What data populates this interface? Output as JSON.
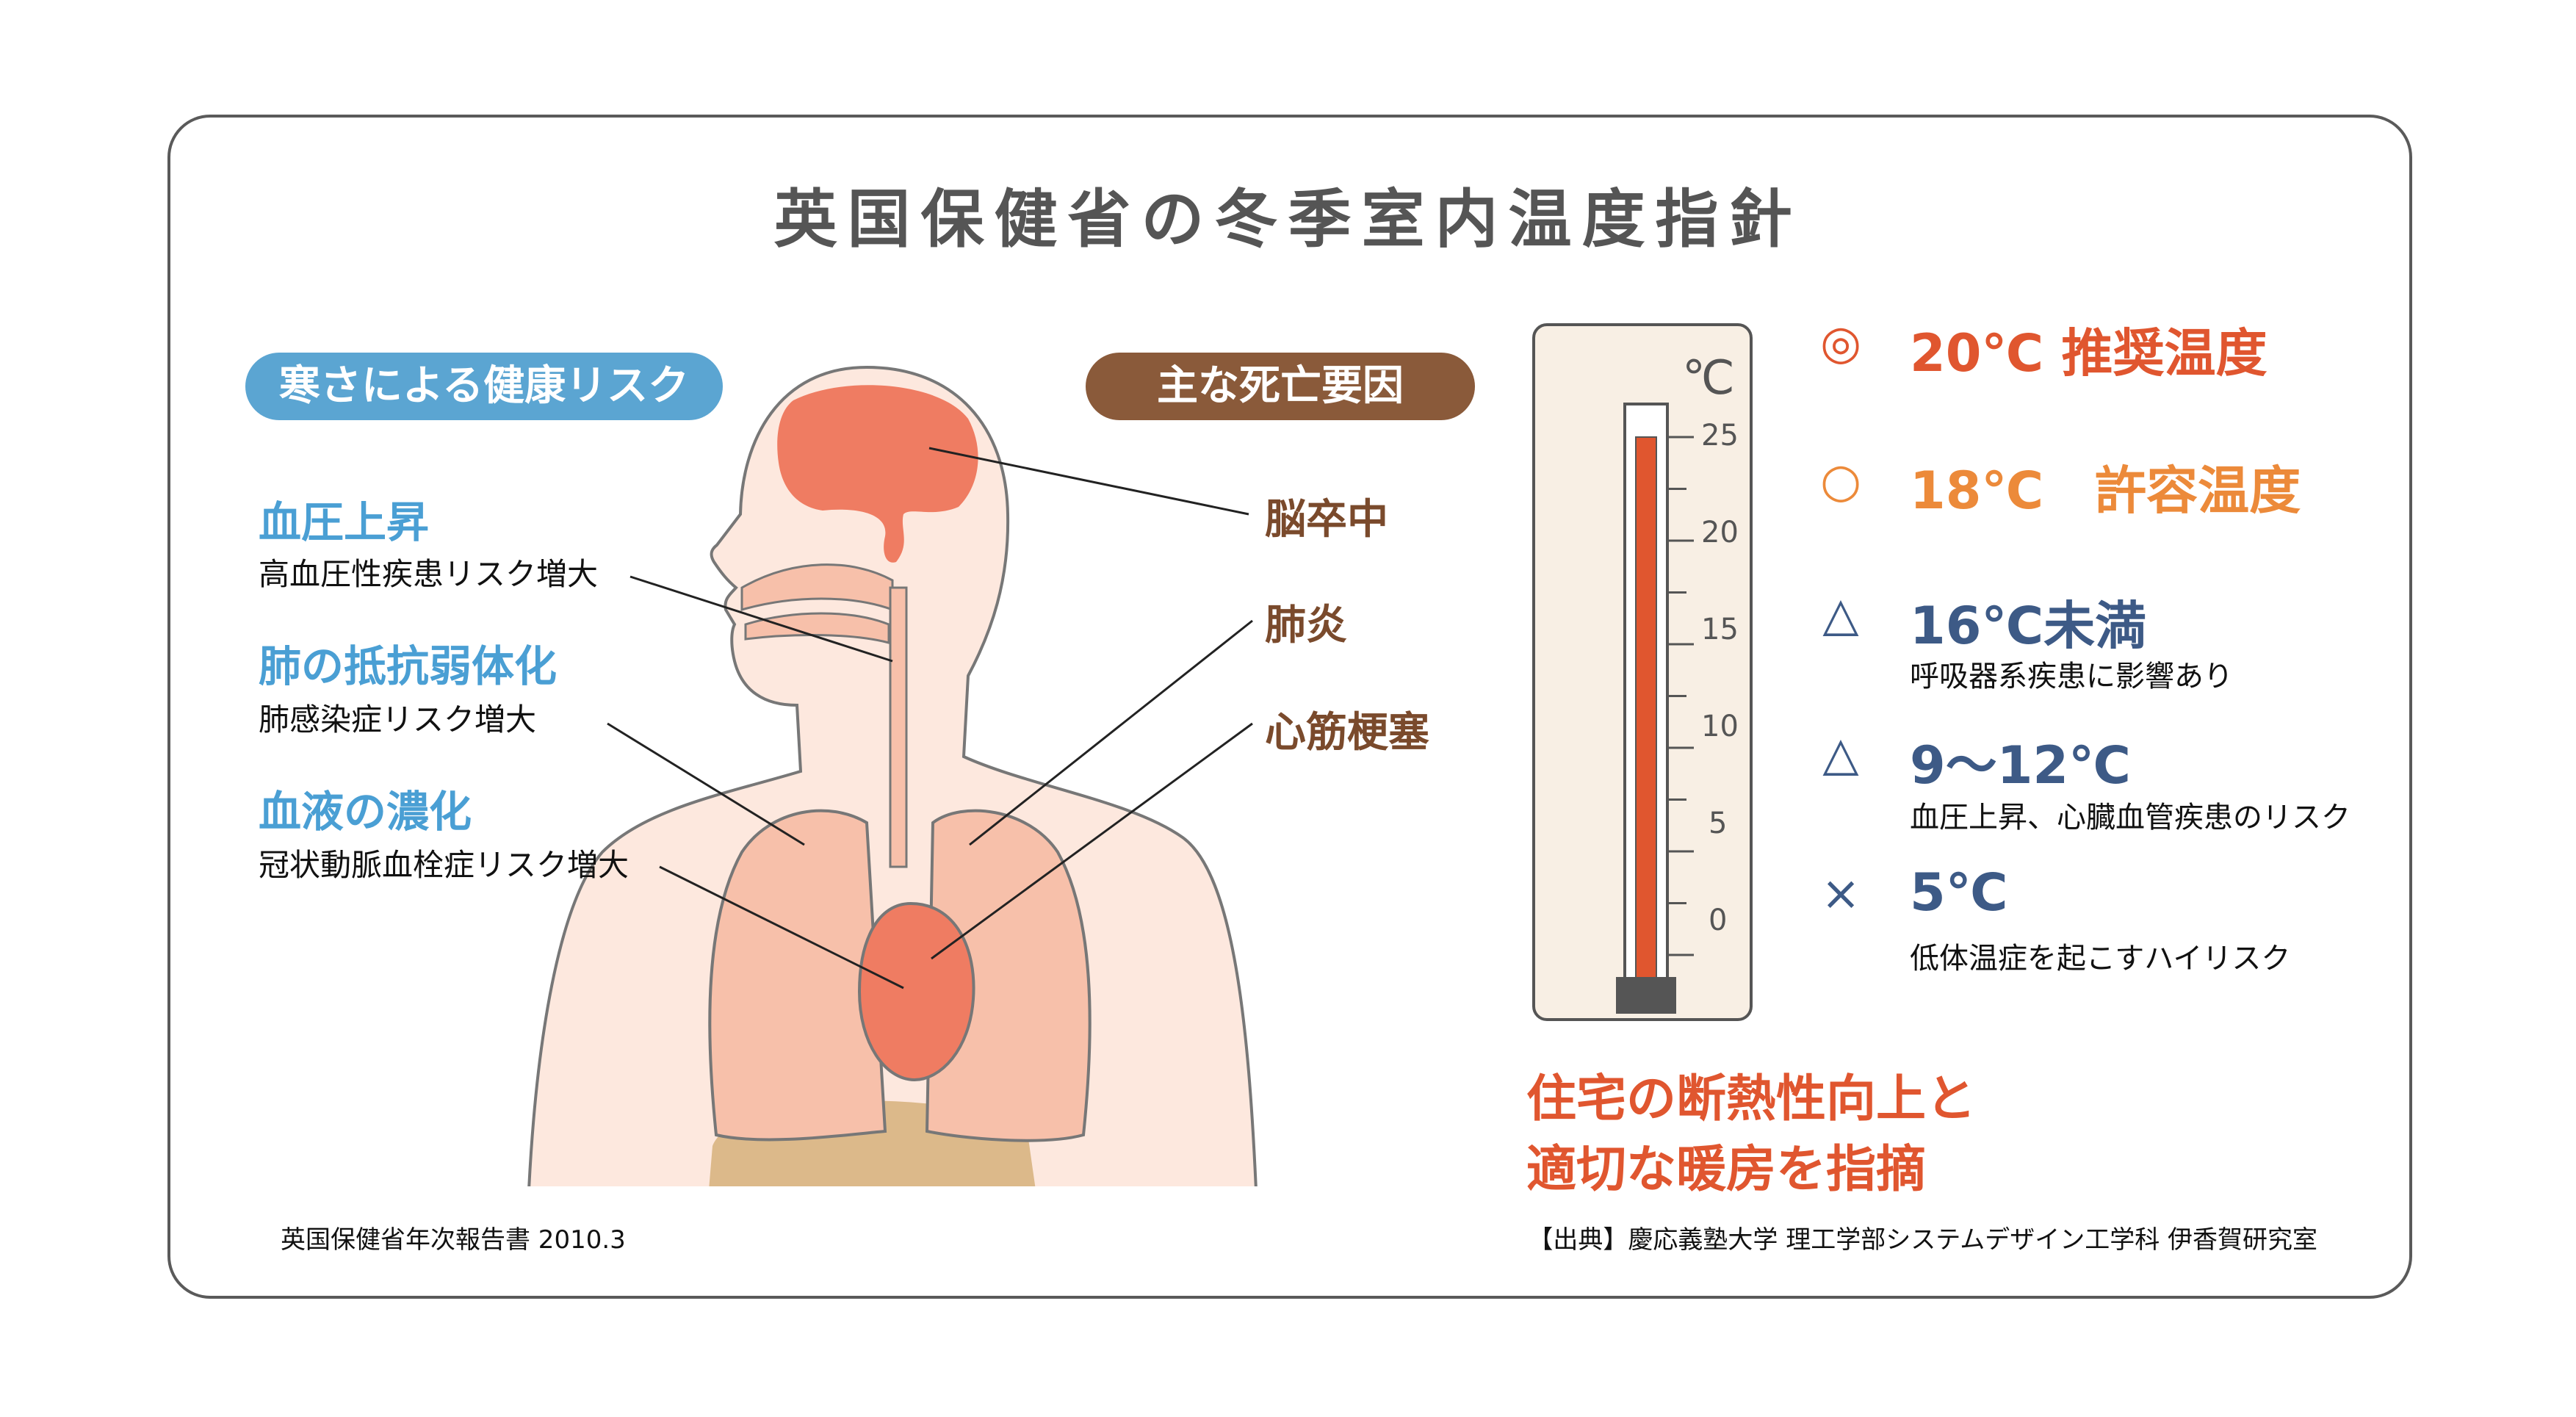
{
  "title": "英国保健省の冬季室内温度指針",
  "pills": {
    "risks": "寒さによる健康リスク",
    "causes": "主な死亡要因"
  },
  "risks": [
    {
      "head": "血圧上昇",
      "sub": "高血圧性疾患リスク増大"
    },
    {
      "head": "肺の抵抗弱体化",
      "sub": "肺感染症リスク増大"
    },
    {
      "head": "血液の濃化",
      "sub": "冠状動脈血栓症リスク増大"
    }
  ],
  "causes": [
    "脳卒中",
    "肺炎",
    "心筋梗塞"
  ],
  "thermometer": {
    "unit": "℃",
    "ticks": [
      "25",
      "20",
      "15",
      "10",
      "5",
      "0"
    ],
    "mercury_level_c": 25
  },
  "legend": [
    {
      "symbol": "◎",
      "main": "20℃ 推奨温度",
      "sub": "",
      "color": "#e0562f"
    },
    {
      "symbol": "○",
      "main": "18℃　許容温度",
      "sub": "",
      "color": "#ec8a3a"
    },
    {
      "symbol": "△",
      "main": "16℃未満",
      "sub": "呼吸器系疾患に影響あり",
      "color": "#3d5a86"
    },
    {
      "symbol": "△",
      "main": "9〜12℃",
      "sub": "血圧上昇、心臓血管疾患のリスク",
      "color": "#3d5a86"
    },
    {
      "symbol": "×",
      "main": "5℃",
      "sub": "低体温症を起こすハイリスク",
      "color": "#3d5a86"
    }
  ],
  "message": [
    "住宅の断熱性向上と",
    "適切な暖房を指摘"
  ],
  "footer": {
    "left": "英国保健省年次報告書 2010.3",
    "right": "【出典】慶応義塾大学 理工学部システムデザイン工学科 伊香賀研究室"
  },
  "colors": {
    "risk_blue": "#5ba5d2",
    "cause_brown": "#8a5a3a",
    "accent_orange": "#e0562f",
    "navy": "#3d5a86",
    "skin": "#fde8de",
    "lung": "#f7c0aa",
    "organ": "#ef7c62",
    "stomach": "#dcb98a"
  }
}
